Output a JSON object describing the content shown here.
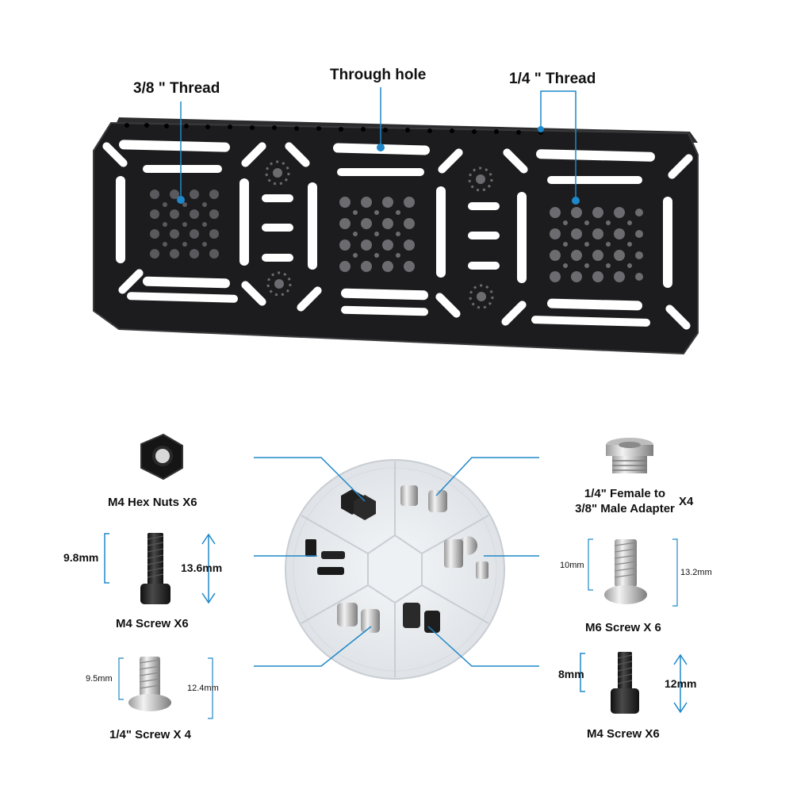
{
  "colors": {
    "accent": "#1e88c9",
    "plate": "#1c1c1e",
    "plate_edge": "#3a3a3c",
    "slot": "#ffffff"
  },
  "plate_callouts": {
    "thread_38": "3/8 \" Thread",
    "through_hole": "Through hole",
    "thread_14": "1/4 \" Thread"
  },
  "parts": {
    "hex_nuts": {
      "label": "M4 Hex Nuts X6"
    },
    "adapter": {
      "label_line1": "1/4\" Female to",
      "label_line2": "3/8\" Male Adapter",
      "qty": "X4"
    },
    "m4_screw_left": {
      "label": "M4 Screw X6",
      "thread_len": "9.8mm",
      "total_len": "13.6mm"
    },
    "m6_screw": {
      "label": "M6 Screw X 6",
      "thread_len": "10mm",
      "total_len": "13.2mm"
    },
    "quarter_screw": {
      "label": "1/4\" Screw X 4",
      "thread_len": "9.5mm",
      "total_len": "12.4mm"
    },
    "m4_screw_right": {
      "label": "M4 Screw X6",
      "thread_len": "8mm",
      "total_len": "12mm"
    }
  }
}
